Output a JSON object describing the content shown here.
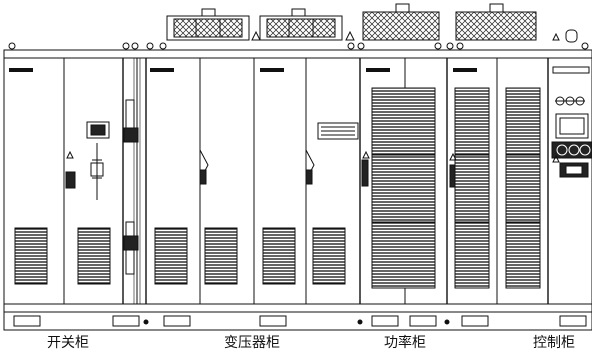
{
  "sections": [
    {
      "label": "开关柜"
    },
    {
      "label": "变压器柜"
    },
    {
      "label": "功率柜"
    },
    {
      "label": "控制柜"
    }
  ]
}
